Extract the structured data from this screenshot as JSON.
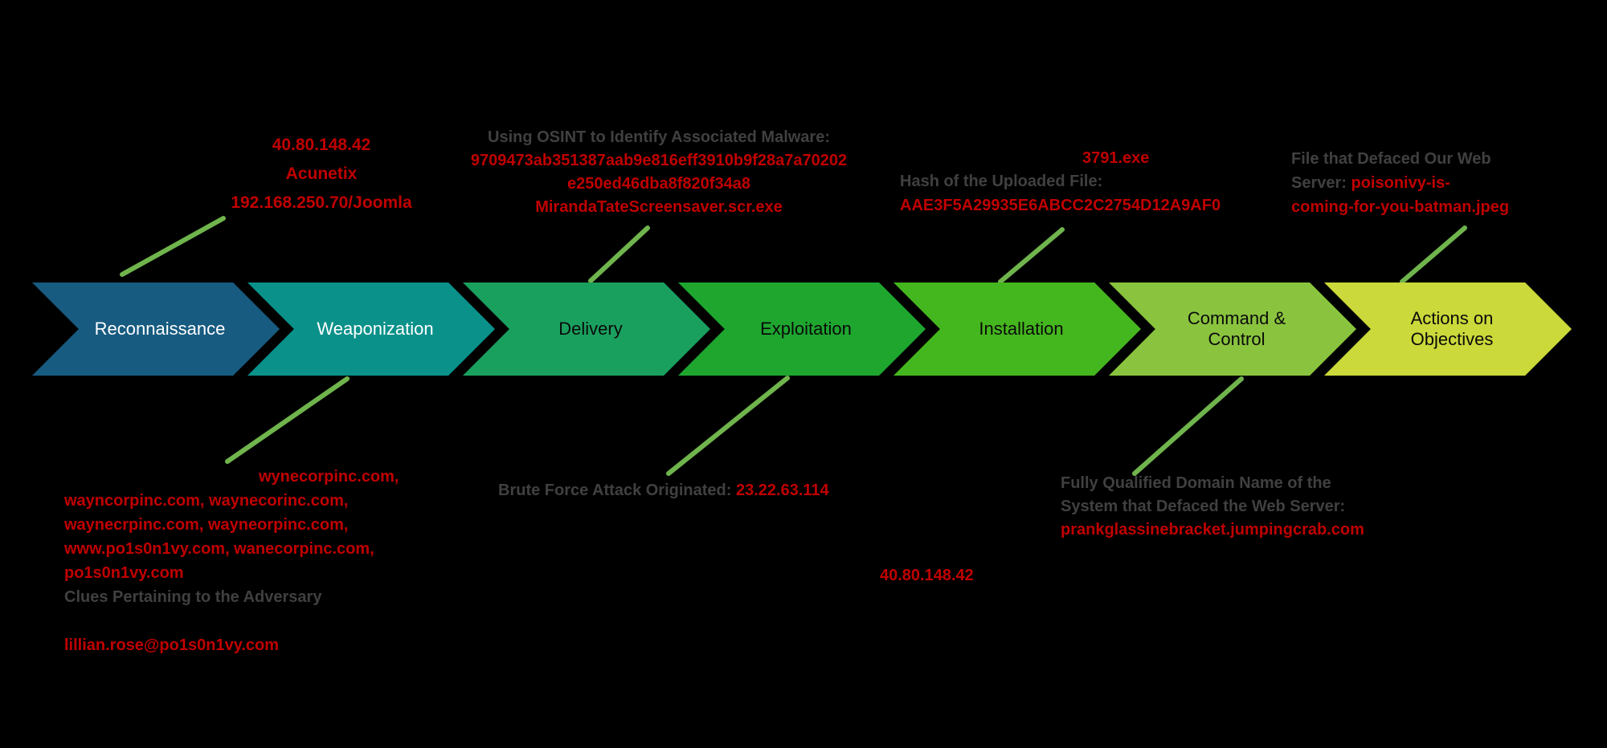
{
  "colors": {
    "background": "#000000",
    "red": "#C00000",
    "gray": "#404040",
    "connector": "#6FB44C"
  },
  "stages": [
    {
      "label": "Reconnaissance",
      "color": "#175B80"
    },
    {
      "label": "Weaponization",
      "color": "#0A918A"
    },
    {
      "label": "Delivery",
      "color": "#1AA05E"
    },
    {
      "label": "Exploitation",
      "color": "#1EA62F"
    },
    {
      "label": "Installation",
      "color": "#44B71E"
    },
    {
      "label": "Command & Control",
      "color": "#8AC43F"
    },
    {
      "label": "Actions on Objectives",
      "color": "#CBD93A"
    }
  ],
  "annotations": {
    "recon": {
      "lines": [
        "40.80.148.42",
        "Acunetix",
        "192.168.250.70/Joomla"
      ]
    },
    "osint": {
      "heading": "Using OSINT to Identify Associated Malware:",
      "lines": [
        "9709473ab351387aab9e816eff3910b9f28a7a70202",
        "e250ed46dba8f820f34a8",
        "MirandaTateScreensaver.scr.exe"
      ]
    },
    "uploaded_file": {
      "name": "3791.exe",
      "label": "Hash of the Uploaded File:",
      "hash": "AAE3F5A29935E6ABCC2C2754D12A9AF0"
    },
    "defaced_file": {
      "label": "File that Defaced Our Web Server: ",
      "value": "poisonivy-is-coming-for-you-batman.jpeg"
    },
    "adversary": {
      "domain_lines": [
        "wynecorpinc.com,",
        "wayncorpinc.com, waynecorinc.com,",
        "waynecrpinc.com, wayneorpinc.com,",
        "www.po1s0n1vy.com, wanecorpinc.com,",
        "po1s0n1vy.com"
      ],
      "note": "Clues Pertaining to the Adversary",
      "email": "lillian.rose@po1s0n1vy.com"
    },
    "brute_force": {
      "label": "Brute Force Attack Originated: ",
      "value": "23.22.63.114"
    },
    "attack_source_ip": "40.80.148.42",
    "fqdn": {
      "label": "Fully Qualified Domain Name of the System that Defaced the Web Server: ",
      "value": "prankglassinebracket.jumpingcrab.com"
    }
  }
}
